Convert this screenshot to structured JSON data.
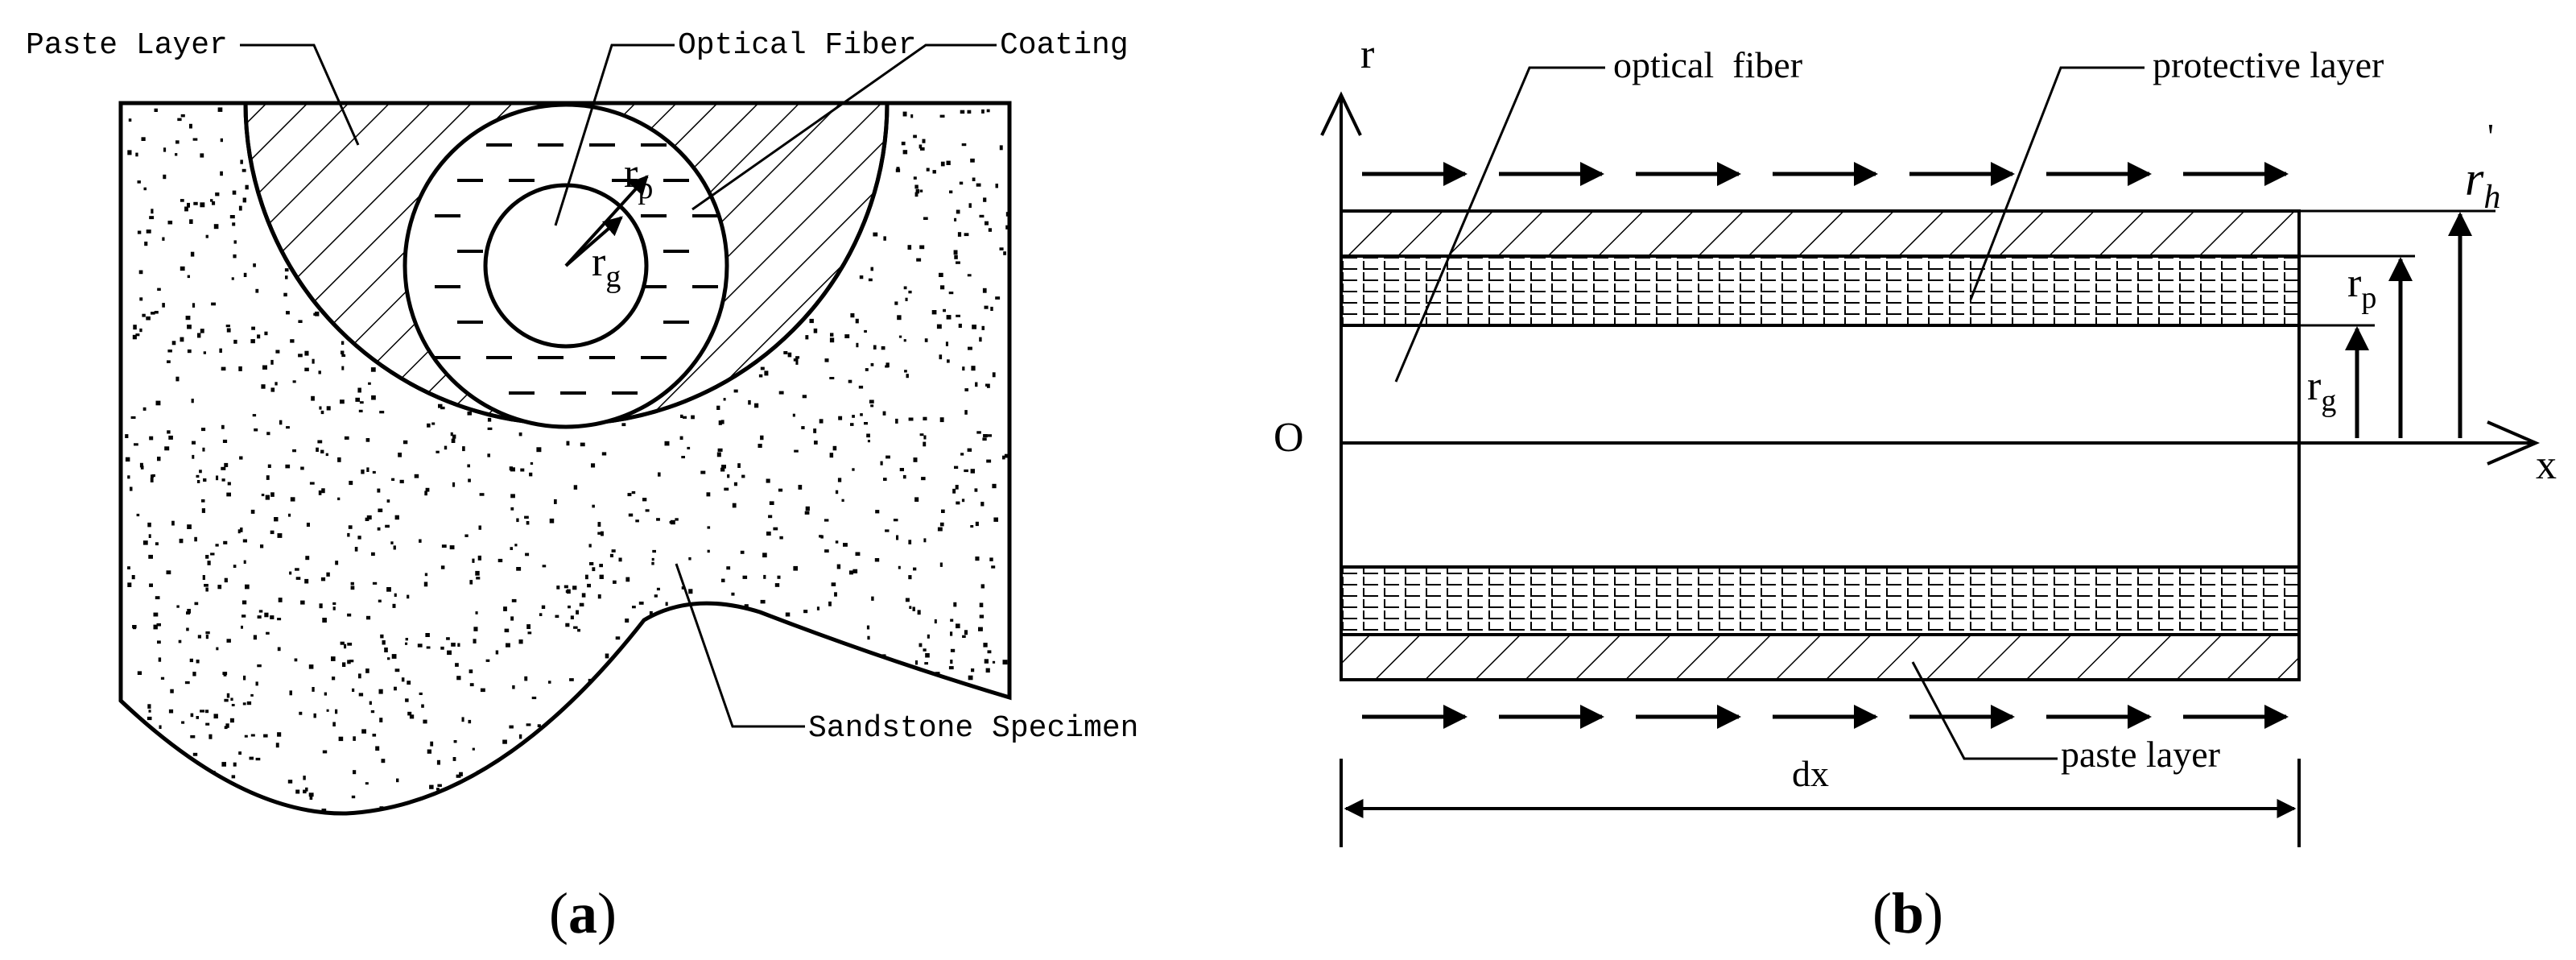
{
  "panel_a": {
    "caption_open": "(",
    "caption_letter": "a",
    "caption_close": ")",
    "labels": {
      "paste_layer": "Paste Layer",
      "optical_fiber": "Optical Fiber",
      "coating": "Coating",
      "sandstone_specimen": "Sandstone Specimen"
    },
    "symbols": {
      "rp_main": "r",
      "rp_sub": "p",
      "rg_main": "r",
      "rg_sub": "g"
    }
  },
  "panel_b": {
    "caption_open": "(",
    "caption_letter": "b",
    "caption_close": ")",
    "labels": {
      "optical_fiber": "optical  fiber",
      "protective_layer": "protective layer",
      "paste_layer": "paste layer",
      "dx": "dx"
    },
    "axes": {
      "r": "r",
      "x": "x",
      "origin": "O"
    },
    "symbols": {
      "rh_main": "r",
      "rh_sub": "h",
      "rh_prime": "'",
      "rp_main": "r",
      "rp_sub": "p",
      "rg_main": "r",
      "rg_sub": "g"
    }
  },
  "colors": {
    "ink": "#000000",
    "background": "#ffffff"
  }
}
